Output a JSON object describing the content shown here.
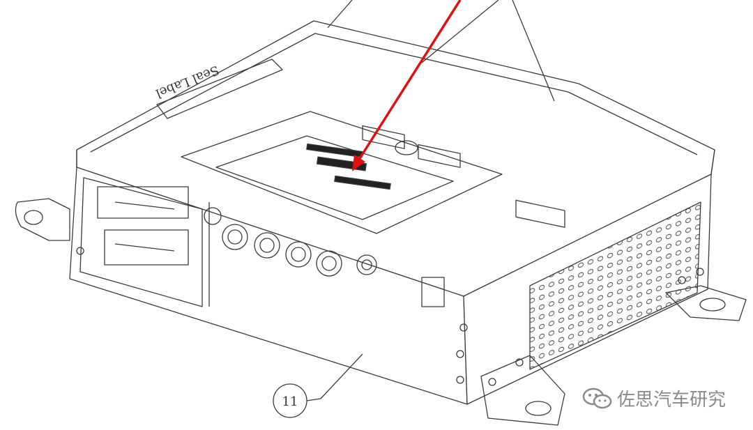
{
  "callout": {
    "label": "11"
  },
  "top_label": {
    "text": "Seal Label"
  },
  "watermark": {
    "text": "佐思汽车研究",
    "icon": "wechat-icon"
  },
  "colors": {
    "line": "#3a3a3a",
    "arrow": "#e01010",
    "watermark": "#8a8a8a"
  }
}
